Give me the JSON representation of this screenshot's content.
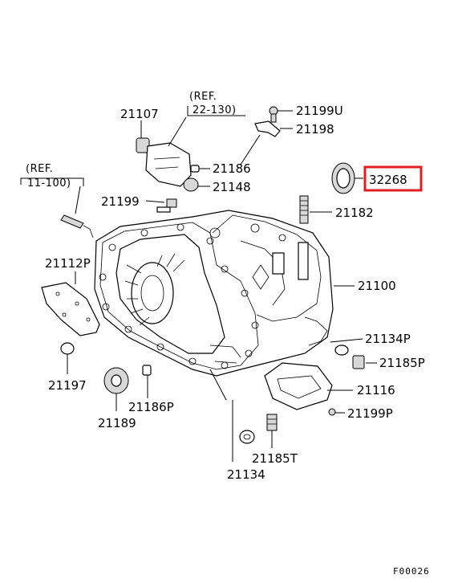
{
  "colors": {
    "highlight": "#e02020",
    "line": "#000000",
    "background": "#ffffff"
  },
  "diagram": {
    "code": "F00026",
    "refs": {
      "ref_a": [
        "(REF.",
        "22-130)"
      ],
      "ref_b": [
        "(REF.",
        "11-100)"
      ]
    },
    "labels": {
      "p21107": "21107",
      "p21199U": "21199U",
      "p21198": "21198",
      "p32268": "32268",
      "p21186": "21186",
      "p21148": "21148",
      "p21199": "21199",
      "p21182": "21182",
      "p21112P": "21112P",
      "p21100": "21100",
      "p21134P": "21134P",
      "p21185P": "21185P",
      "p21197": "21197",
      "p21116": "21116",
      "p21186P": "21186P",
      "p21189": "21189",
      "p21199P": "21199P",
      "p21185T": "21185T",
      "p21134": "21134"
    },
    "highlighted_part": "32268"
  }
}
